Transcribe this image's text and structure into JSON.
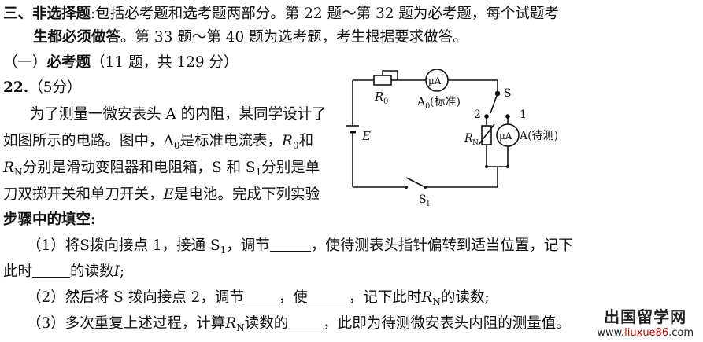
{
  "section": {
    "prefix": "三、",
    "title": "非选择题",
    "desc": ":包括必考题和选考题两部分。第 22 题～第 32 题为必考题，每个试题考",
    "line2_bold": "生都必须做答",
    "line2_rest": "。第 33 题～第 40 题为选考题，考生根据要求做答。"
  },
  "part": {
    "open": "（一）",
    "title": "必考题",
    "rest": "（11 题，共 129 分）"
  },
  "question": {
    "number": "22.",
    "score": "（5分）",
    "p1": "为了测量一微安表头 A 的内阻，某同学设计了",
    "p2": "如图所示的电路。图中，A",
    "p2_sub": "0",
    "p2_b": "是标准电流表，",
    "p2_r": "R",
    "p2_rsub": "0",
    "p2_c": "和",
    "p3_r": "R",
    "p3_rsub": "N",
    "p3": "分别是滑动变阻器和电阻箱，S 和 S",
    "p3_sub": "1",
    "p3_b": "分别是单",
    "p4_a": "刀双掷开关和单刀开关，",
    "p4_e": "E",
    "p4_b": "是电池。完成下列实验",
    "p5": "步骤中的填空:"
  },
  "steps": {
    "s1_a": "（1）将S拨向接点 1，接通 S",
    "s1_sub": "1",
    "s1_b": "，调节",
    "s1_c": "，使待测表头指针偏转到适当位置，记下",
    "s1_d": "此时",
    "s1_e": "的读数",
    "s1_i": "I",
    "s1_f": ";",
    "s2_a": "（2）然后将 S 拨向接点 2，调节",
    "s2_b": "，使",
    "s2_c": "，记下此时",
    "s2_r": "R",
    "s2_rsub": "N",
    "s2_d": "的读数;",
    "s3_a": "（3）多次重复上述过程，计算",
    "s3_r": "R",
    "s3_rsub": "N",
    "s3_b": "读数的",
    "s3_c": "，此即为待测微安表头内阻的测量值。"
  },
  "circuit": {
    "r0": "R",
    "r0_sub": "0",
    "meter_label": "μA",
    "a0": "A",
    "a0_sub": "0",
    "a0_note": "(标准)",
    "s": "S",
    "e": "E",
    "p2": "2",
    "p1": "1",
    "rn": "R",
    "rn_sub": "N",
    "a_note": "A(待测)",
    "s1": "S",
    "s1_sub": "1"
  },
  "watermark": {
    "cn": "出国留学网",
    "url_a": "www.",
    "url_red": "liuxue86",
    "url_b": ".com"
  }
}
